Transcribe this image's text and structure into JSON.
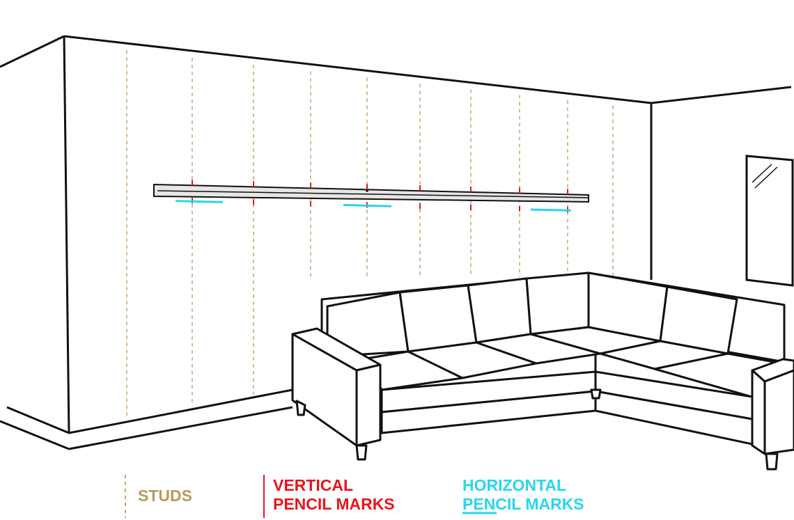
{
  "colors": {
    "outline": "#111111",
    "stud": "#c9a46e",
    "studs_label": "#b89a5e",
    "vertical_marks": "#e8141b",
    "horizontal_marks": "#27d6ee",
    "shelf_fill": "#e6e6e6"
  },
  "legend": {
    "studs": {
      "label": "STUDS",
      "symbol": "dashed-vertical-line"
    },
    "vertical": {
      "line1": "VERTICAL",
      "line2": "PENCIL MARKS",
      "symbol": "solid-vertical-line"
    },
    "horizontal": {
      "line1": "HORIZONTAL",
      "line2_underlined": "PEN",
      "line2_rest": "CIL MARKS"
    }
  },
  "wall": {
    "stud_count": 10,
    "vertical_mark_count": 8,
    "horizontal_mark_count": 3
  },
  "scene_objects": [
    "wall",
    "side-wall",
    "picture-ledge-shelf",
    "sectional-sofa",
    "mirror"
  ]
}
